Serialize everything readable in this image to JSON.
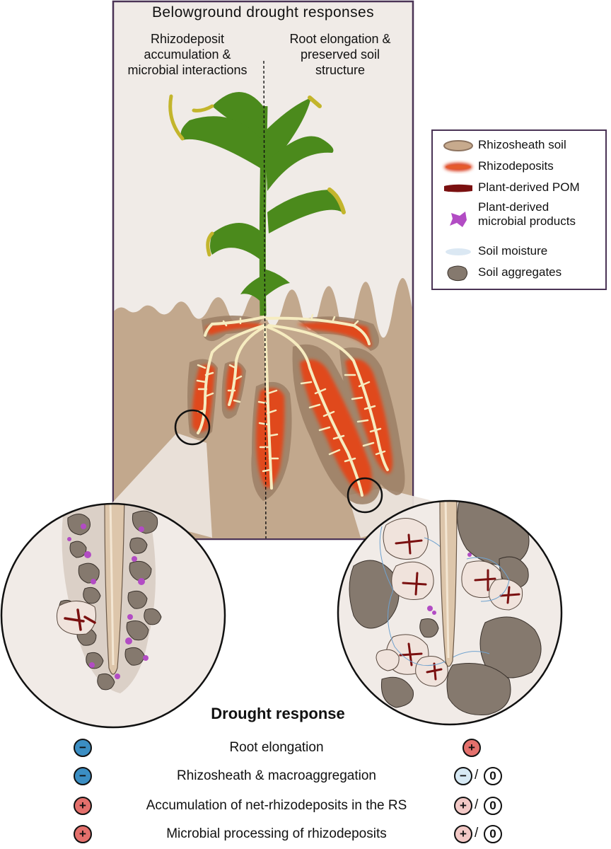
{
  "figure": {
    "title": "Belowground drought responses",
    "left_column_heading": "Rhizodeposit\naccumulation &\nmicrobial interactions",
    "right_column_heading": "Root elongation &\npreserved soil\nstructure"
  },
  "legend": {
    "items": [
      {
        "label": "Rhizosheath soil",
        "icon": "rhizosheath-soil-icon"
      },
      {
        "label": "Rhizodeposits",
        "icon": "rhizodeposits-icon"
      },
      {
        "label": "Plant-derived POM",
        "icon": "plant-derived-pom-icon"
      },
      {
        "label": "Plant-derived\nmicrobial products",
        "icon": "microbial-products-icon"
      },
      {
        "label": "Soil moisture",
        "icon": "soil-moisture-icon"
      },
      {
        "label": "Soil aggregates",
        "icon": "soil-aggregates-icon"
      }
    ]
  },
  "colors": {
    "rhizosheath": "#9c7f66",
    "rhizodeposit": "#d93a1a",
    "pom": "#7a1010",
    "microbial": "#b24cc4",
    "moisture": "#dbe8f3",
    "aggregate": "#85796e",
    "soil": "#c2a88d",
    "leaf": "#4b8a1c",
    "leaf_tip": "#c3b52c",
    "root": "#f6ecc0",
    "minus_badge": "#3b8ec3",
    "plus_badge": "#e4706c"
  },
  "drought_response": {
    "title": "Drought response",
    "rows": [
      {
        "label": "Root elongation",
        "left": "−",
        "right": [
          "+"
        ]
      },
      {
        "label": "Rhizosheath & macroaggregation",
        "left": "−",
        "right": [
          "−",
          "0"
        ]
      },
      {
        "label": "Accumulation of net-rhizodeposits in the RS",
        "left": "+",
        "right": [
          "+",
          "0"
        ]
      },
      {
        "label": "Microbial processing of rhizodeposits",
        "left": "+",
        "right": [
          "+",
          "0"
        ]
      }
    ],
    "separator": "/"
  }
}
